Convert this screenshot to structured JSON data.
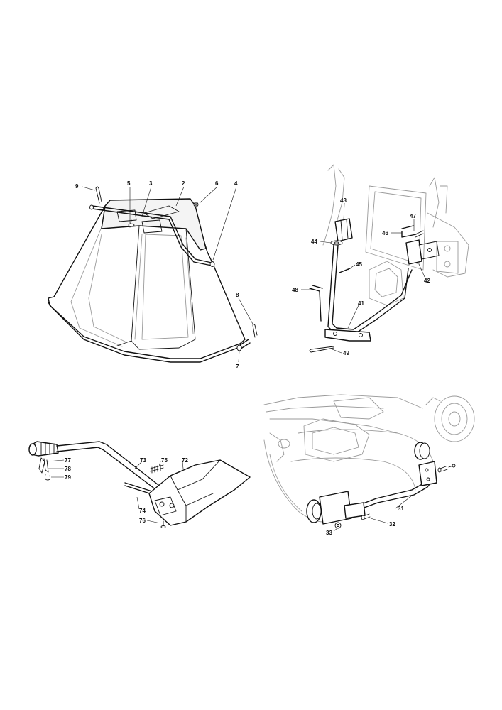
{
  "diagram": {
    "panels": [
      {
        "id": "grass-catcher",
        "callouts": [
          {
            "label": "9"
          },
          {
            "label": "5"
          },
          {
            "label": "3"
          },
          {
            "label": "2"
          },
          {
            "label": "6"
          },
          {
            "label": "4"
          },
          {
            "label": "8"
          },
          {
            "label": "7"
          }
        ]
      },
      {
        "id": "rear-hitch",
        "callouts": [
          {
            "label": "43"
          },
          {
            "label": "44"
          },
          {
            "label": "47"
          },
          {
            "label": "46"
          },
          {
            "label": "45"
          },
          {
            "label": "42"
          },
          {
            "label": "48"
          },
          {
            "label": "41"
          },
          {
            "label": "49"
          }
        ]
      },
      {
        "id": "discharge-lever",
        "callouts": [
          {
            "label": "77"
          },
          {
            "label": "78"
          },
          {
            "label": "79"
          },
          {
            "label": "73"
          },
          {
            "label": "75"
          },
          {
            "label": "72"
          },
          {
            "label": "74"
          },
          {
            "label": "76"
          }
        ]
      },
      {
        "id": "deck-bumper",
        "callouts": [
          {
            "label": "31"
          },
          {
            "label": "32"
          },
          {
            "label": "33"
          }
        ]
      }
    ]
  }
}
